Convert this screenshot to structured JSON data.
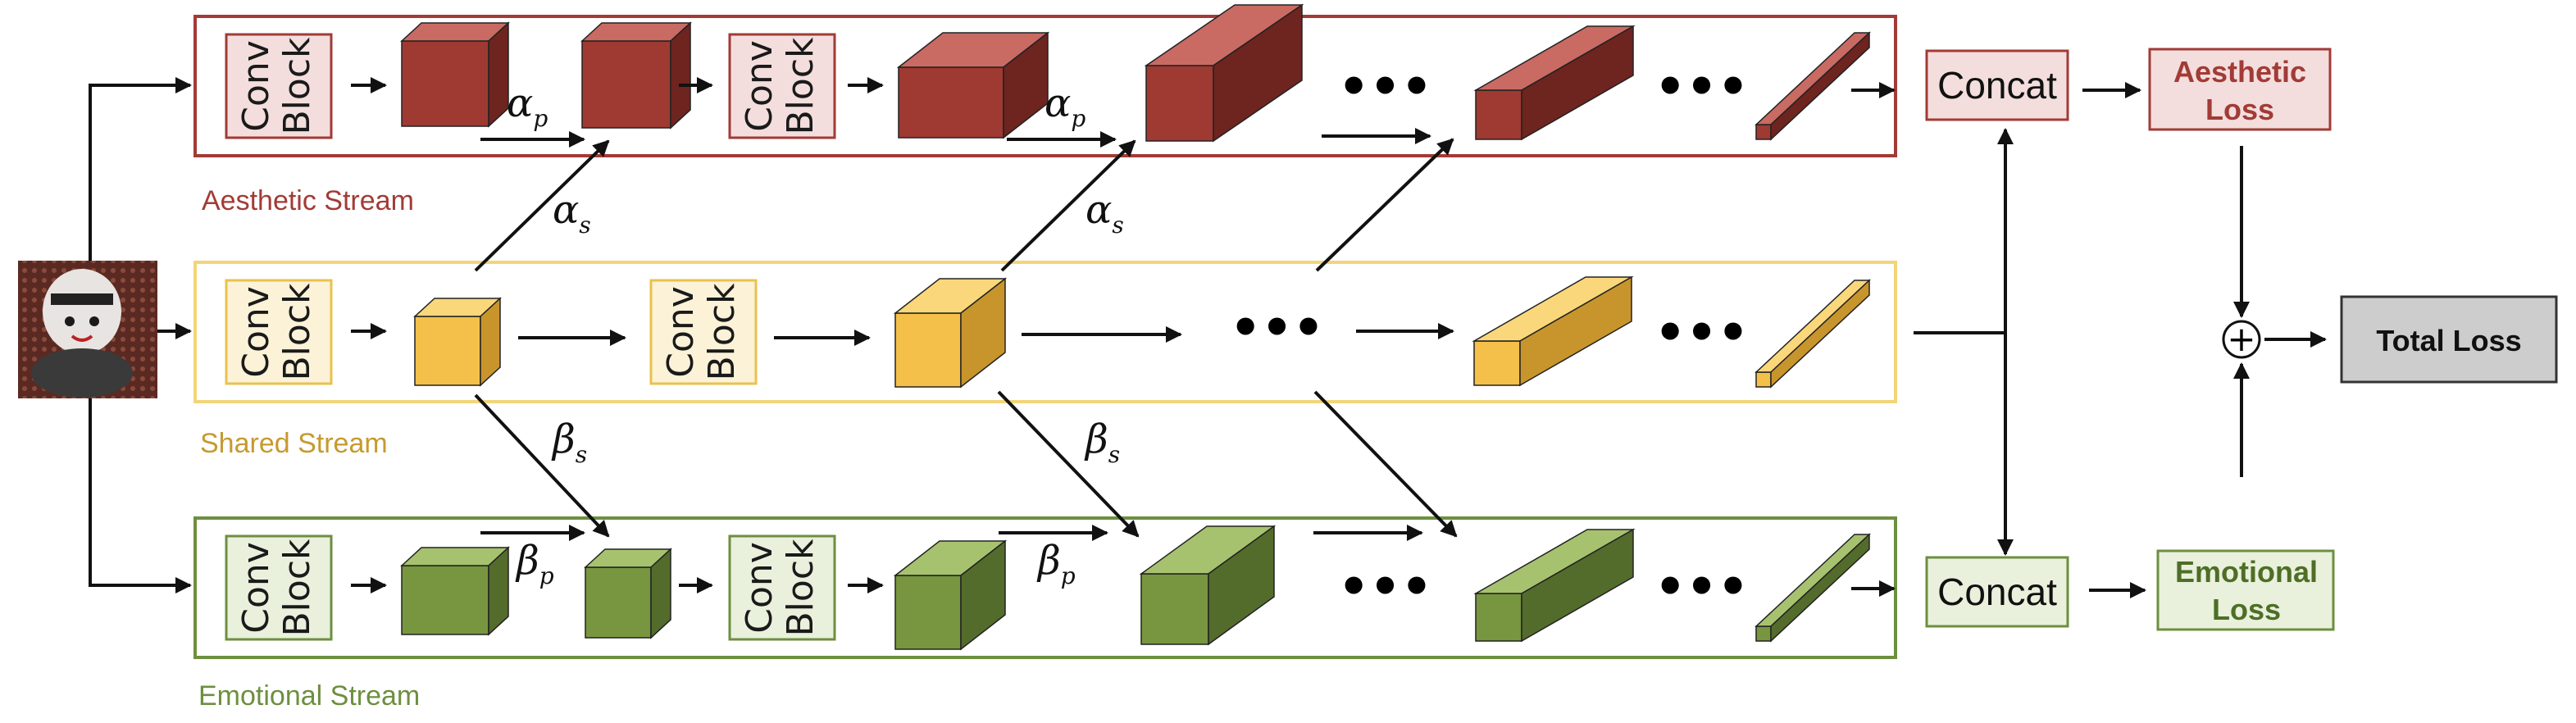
{
  "streams": {
    "aesthetic": {
      "label": "Aesthetic Stream",
      "color": "#a23b36",
      "box_fill": "#f3dedd",
      "cube_front": "#9e3a32",
      "cube_top": "#c96a63",
      "cube_side": "#6e241f"
    },
    "shared": {
      "label": "Shared Stream",
      "color": "#d1a43a",
      "box_fill": "#fbf2d7",
      "cube_front": "#f4c04a",
      "cube_top": "#fad77a",
      "cube_side": "#c8952d"
    },
    "emotional": {
      "label": "Emotional Stream",
      "color": "#6d8f3f",
      "box_fill": "#e9f0dc",
      "cube_front": "#77963f",
      "cube_top": "#a7c26f",
      "cube_side": "#536c2b"
    }
  },
  "conv_block": {
    "line1": "Conv",
    "line2": "Block"
  },
  "ellipsis": "•••",
  "coefficients": {
    "alpha": "α",
    "beta": "β",
    "private_sub": "p",
    "shared_sub": "s"
  },
  "concat_label": "Concat",
  "losses": {
    "aesthetic": {
      "line1": "Aesthetic",
      "line2": "Loss"
    },
    "emotional": {
      "line1": "Emotional",
      "line2": "Loss"
    },
    "total": "Total Loss"
  },
  "sum_symbol": "+",
  "colors": {
    "arrow": "#111111",
    "total_fill": "#cdcdcd",
    "total_border": "#333333"
  }
}
